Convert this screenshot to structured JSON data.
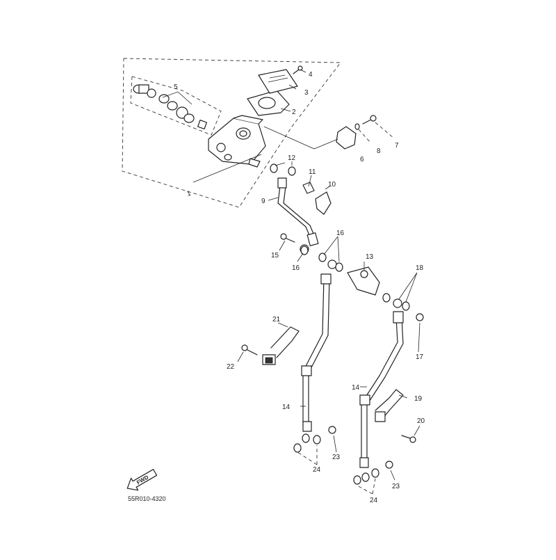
{
  "callouts": {
    "c1": "1",
    "c2": "2",
    "c3": "3",
    "c4": "4",
    "c5": "5",
    "c6": "6",
    "c7": "7",
    "c8": "8",
    "c9": "9",
    "c10": "10",
    "c11": "11",
    "c12": "12",
    "c13": "13",
    "c14a": "14",
    "c14b": "14",
    "c15": "15",
    "c16a": "16",
    "c16b": "16",
    "c17": "17",
    "c18": "18",
    "c19": "19",
    "c20": "20",
    "c21": "21",
    "c22": "22",
    "c23a": "23",
    "c23b": "23",
    "c24a": "24",
    "c24b": "24"
  },
  "fwd_label": "FWD",
  "diagram_code": "55R010-4320"
}
